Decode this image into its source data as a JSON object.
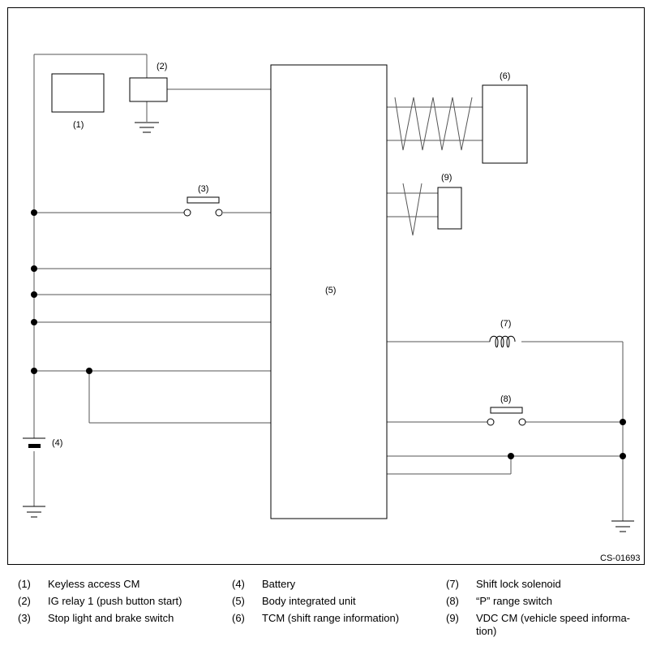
{
  "diagram": {
    "component_labels": {
      "keyless_cm": "(1)",
      "ig_relay": "(2)",
      "stop_switch": "(3)",
      "battery": "(4)",
      "body_unit": "(5)",
      "tcm": "(6)",
      "shift_solenoid": "(7)",
      "p_switch": "(8)",
      "vdc_cm": "(9)"
    },
    "figure_code": "CS-01693"
  },
  "legend": [
    {
      "num": "(1)",
      "text": "Keyless access CM"
    },
    {
      "num": "(2)",
      "text": "IG relay 1 (push button start)"
    },
    {
      "num": "(3)",
      "text": "Stop light and brake switch"
    },
    {
      "num": "(4)",
      "text": "Battery"
    },
    {
      "num": "(5)",
      "text": "Body integrated unit"
    },
    {
      "num": "(6)",
      "text": "TCM (shift range information)"
    },
    {
      "num": "(7)",
      "text": "Shift lock solenoid"
    },
    {
      "num": "(8)",
      "text": "“P” range switch"
    },
    {
      "num": "(9)",
      "text": "VDC CM (vehicle speed informa-\ntion)"
    }
  ]
}
